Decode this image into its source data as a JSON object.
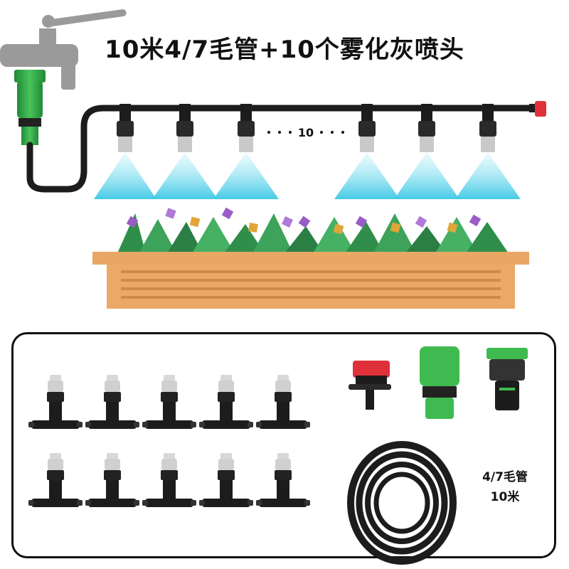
{
  "title": "10米4/7毛管+10个雾化灰喷头",
  "sprinkler_count_label": "10",
  "hose_label": {
    "line1": "4/7毛管",
    "line2": "10米"
  },
  "colors": {
    "hose": "#1c1c1c",
    "green": "#39b54a",
    "dark_green": "#1f7a33",
    "red": "#e0303a",
    "mist": "#5ad0e8",
    "planter": "#e8a765",
    "planter_dark": "#c98040",
    "nozzle_gray": "#c9c9c9",
    "frame": "#111111"
  },
  "icons": [
    "faucet-icon",
    "sprinkler-nozzle-icon",
    "end-plug-icon",
    "hose-coil-icon",
    "tap-adapter-icon",
    "quick-connector-icon",
    "planter-box-icon"
  ]
}
